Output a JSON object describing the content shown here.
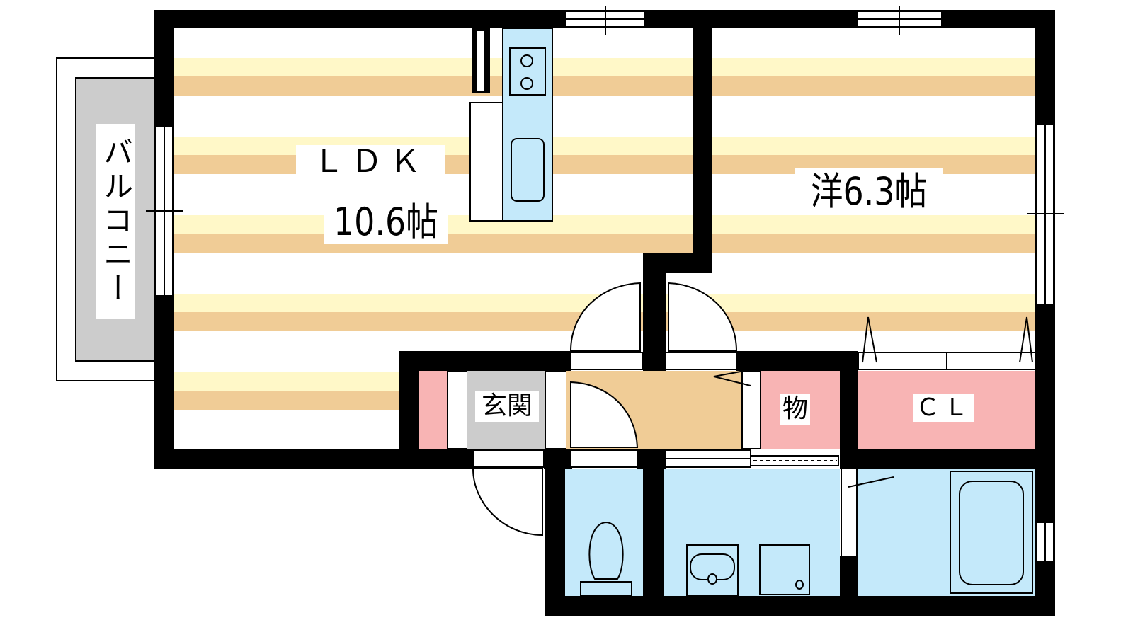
{
  "floorplan": {
    "rooms": {
      "ldk_name": "ＬＤＫ",
      "ldk_size": "10.6帖",
      "western_room": "洋6.3帖",
      "entrance": "玄関",
      "storage": "物",
      "closet": "ＣＬ",
      "balcony": "バルコニー"
    },
    "colors": {
      "wall": "#000000",
      "stripe_light": "#fff8c8",
      "stripe_dark": "#f0cc96",
      "wet_area": "#c4e9fa",
      "storage": "#f8b4b4",
      "entrance_floor": "#cccccc",
      "hallway": "#f0cc96"
    }
  }
}
